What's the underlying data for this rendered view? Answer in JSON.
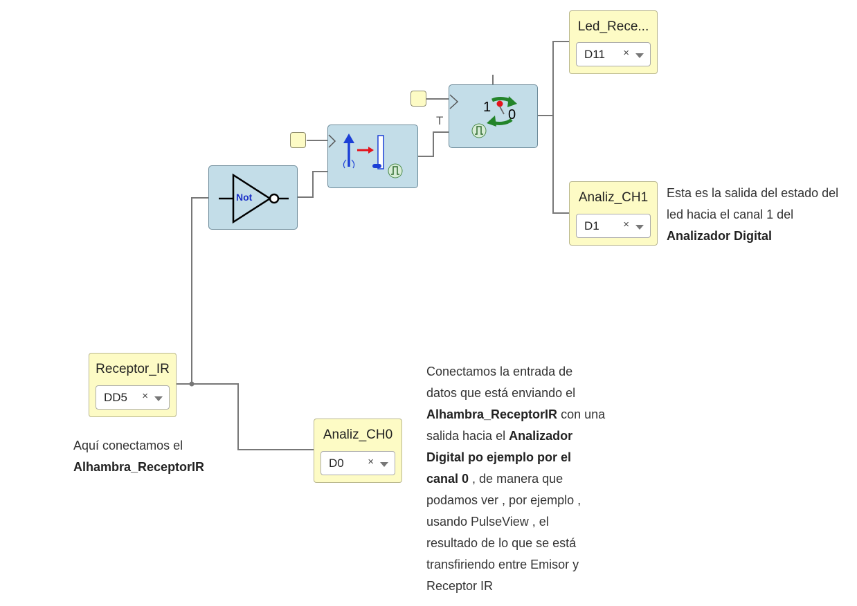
{
  "pins": {
    "led_rece": {
      "title": "Led_Rece...",
      "value": "D11",
      "clear": "×"
    },
    "analiz_ch1": {
      "title": "Analiz_CH1",
      "value": "D1",
      "clear": "×"
    },
    "receptor_ir": {
      "title": "Receptor_IR",
      "value": "DD5",
      "clear": "×"
    },
    "analiz_ch0": {
      "title": "Analiz_CH0",
      "value": "D0",
      "clear": "×"
    }
  },
  "modules": {
    "not_gate": {
      "label": "Not"
    },
    "toggle": {
      "one": "1",
      "zero": "0",
      "port_t": "T"
    }
  },
  "notes": {
    "ch1": {
      "line1": "Esta es la salida del estado del",
      "line2": "led hacia el canal 1 del",
      "line3": "Analizador Digital"
    },
    "receptor": {
      "line1": "Aquí conectamos el",
      "line2": "Alhambra_ReceptorIR"
    },
    "main": {
      "l1": "Conectamos la entrada de",
      "l2": "datos que está enviando el",
      "l3_bold": "Alhambra_ReceptorIR",
      "l3_rest": " con una",
      "l4_pre": "salida hacia el ",
      "l4_bold": "Analizador",
      "l5_bold": "Digital po ejemplo por el",
      "l6_bold": "canal 0",
      "l6_rest": " , de manera que",
      "l7": "podamos ver , por ejemplo ,",
      "l8": "usando PulseView , el",
      "l9": "resultado de lo que se está",
      "l10": "transfiriendo entre Emisor y",
      "l11": "Receptor IR"
    }
  },
  "colors": {
    "pin_bg": "#fdfbc5",
    "module_bg": "#c3dde8",
    "wire": "#777777"
  }
}
